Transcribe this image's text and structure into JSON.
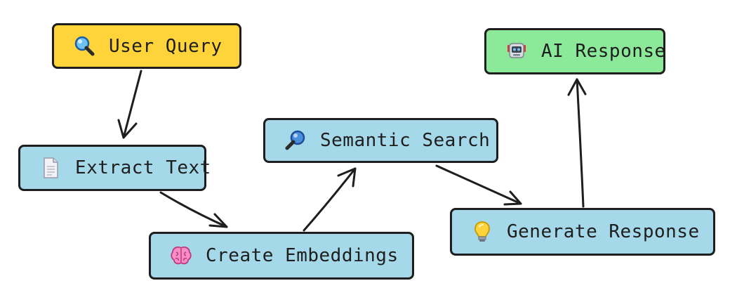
{
  "nodes": {
    "user_query": {
      "label": "User Query",
      "icon": "magnifier-left-icon",
      "color": "#ffd43b"
    },
    "extract_text": {
      "label": "Extract Text",
      "icon": "document-icon",
      "color": "#a5d8e8"
    },
    "create_embeddings": {
      "label": "Create Embeddings",
      "icon": "brain-icon",
      "color": "#a5d8e8"
    },
    "semantic_search": {
      "label": "Semantic Search",
      "icon": "magnifier-right-icon",
      "color": "#a5d8e8"
    },
    "generate_response": {
      "label": "Generate Response",
      "icon": "lightbulb-icon",
      "color": "#a5d8e8"
    },
    "ai_response": {
      "label": "AI Response",
      "icon": "robot-icon",
      "color": "#8ce99a"
    }
  },
  "edges": [
    {
      "from": "user_query",
      "to": "extract_text"
    },
    {
      "from": "extract_text",
      "to": "create_embeddings"
    },
    {
      "from": "create_embeddings",
      "to": "semantic_search"
    },
    {
      "from": "semantic_search",
      "to": "generate_response"
    },
    {
      "from": "generate_response",
      "to": "ai_response"
    }
  ]
}
